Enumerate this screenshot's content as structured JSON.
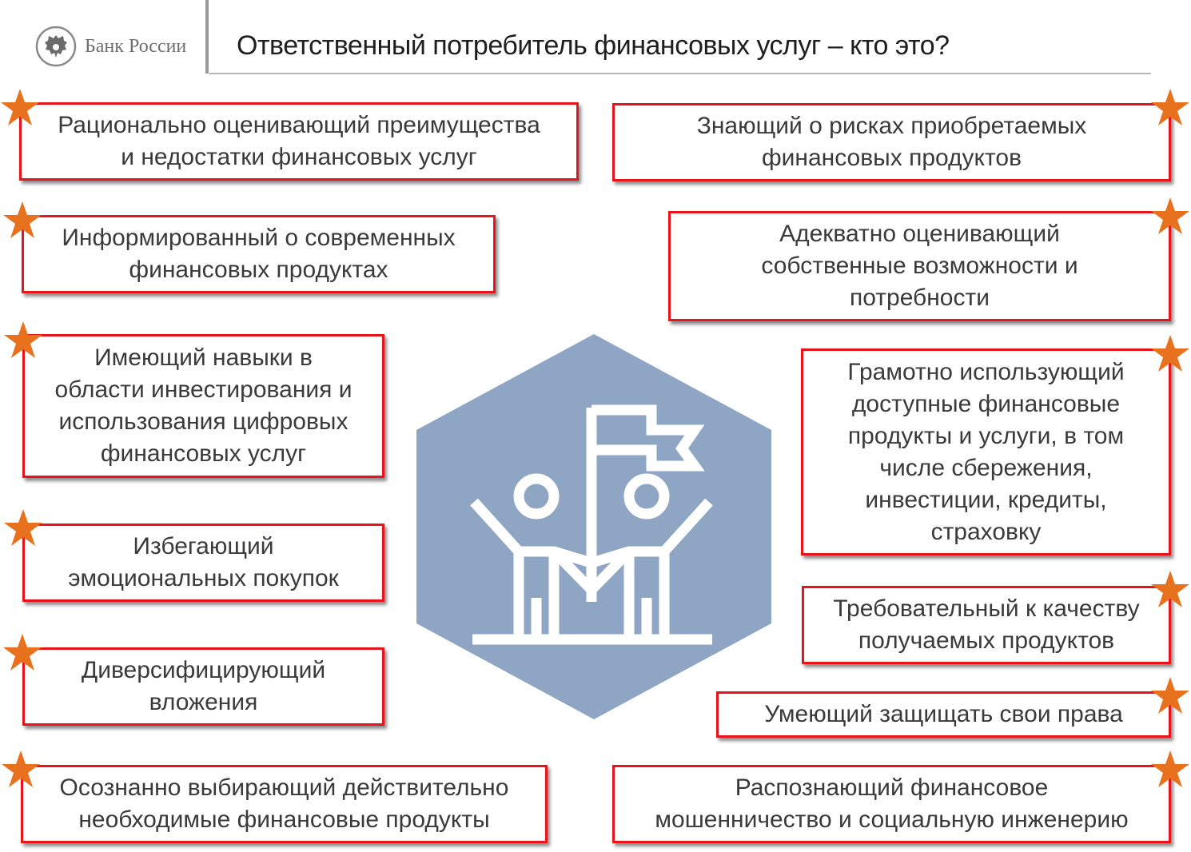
{
  "header": {
    "logo_text": "Банк России",
    "title": "Ответственный потребитель финансовых услуг – кто это?"
  },
  "colors": {
    "box_border": "#e8141b",
    "star": "#e8711d",
    "hexagon": "#8ea6c4"
  },
  "icons": {
    "logo": "double-headed-eagle-icon",
    "center": "two-people-with-flag-icon",
    "marker": "star-icon"
  },
  "left_items": [
    {
      "text": "Рационально оценивающий преимущества\nи недостатки финансовых услуг"
    },
    {
      "text": "Информированный о современных\nфинансовых продуктах"
    },
    {
      "text": "Имеющий навыки в\nобласти инвестирования и\nиспользования цифровых\nфинансовых услуг"
    },
    {
      "text": "Избегающий\nэмоциональных покупок"
    },
    {
      "text": "Диверсифицирующий\nвложения"
    },
    {
      "text": "Осознанно выбирающий действительно\nнеобходимые финансовые продукты"
    }
  ],
  "right_items": [
    {
      "text": "Знающий о рисках приобретаемых\nфинансовых продуктов"
    },
    {
      "text": "Адекватно оценивающий\nсобственные возможности и\nпотребности"
    },
    {
      "text": "Грамотно использующий\nдоступные финансовые\nпродукты и услуги, в том\nчисле сбережения,\nинвестиции, кредиты,\nстраховку"
    },
    {
      "text": "Требовательный к качеству\nполучаемых продуктов"
    },
    {
      "text": "Умеющий защищать свои права"
    },
    {
      "text": "Распознающий финансовое\nмошенничество и социальную инженерию"
    }
  ]
}
